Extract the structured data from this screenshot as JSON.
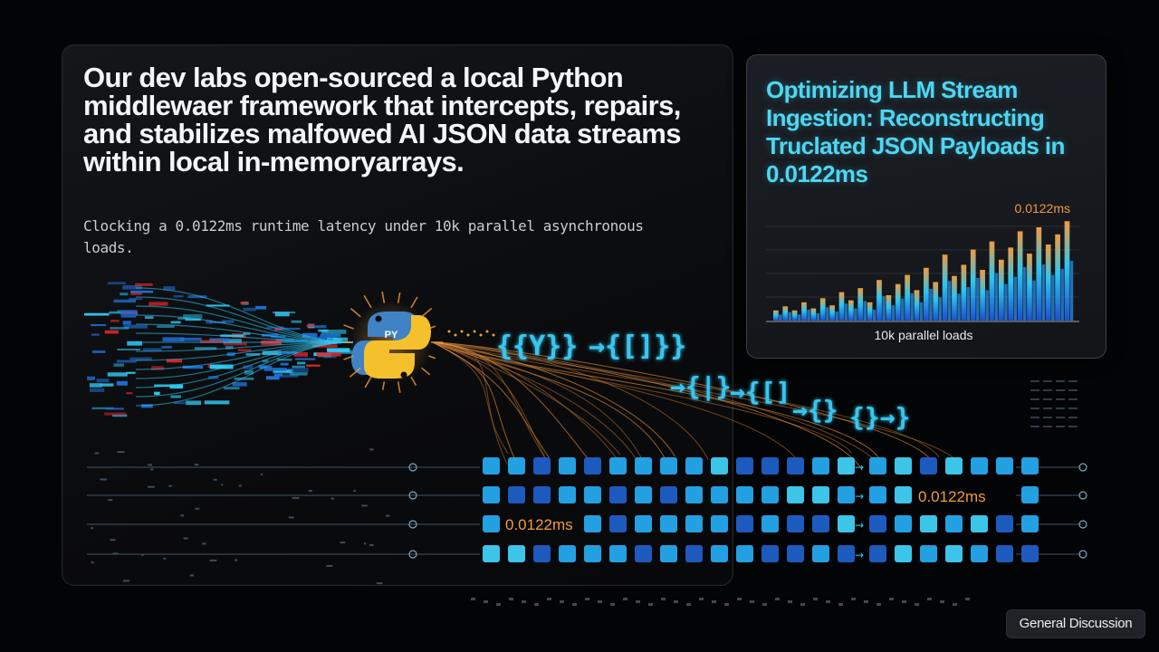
{
  "main": {
    "headline": "Our dev labs open-sourced a local Python middlewaer framework that intercepts, repairs, and stabilizes malfowed AI JSON data streams within local in-memoryarrays.",
    "subline": "Clocking a 0.0122ms runtime latency under 10k parallel asynchronous loads."
  },
  "illustration": {
    "logo_text": "PY",
    "tokens": [
      "{{Y}}",
      "→{[]}}",
      "→{|}",
      "→{[]",
      "→{}",
      "{}→}"
    ],
    "grid_labels": [
      "0.0122ms",
      "0.0122ms"
    ],
    "colors": {
      "cyan": "#2ec8f2",
      "blue": "#1f6fd6",
      "orange": "#f39a3c",
      "red": "#e0262a"
    }
  },
  "inset": {
    "title": "Optimizing LLM Stream Ingestion: Reconstructing Truclated JSON Payloads in 0.0122ms"
  },
  "chart_data": {
    "type": "bar",
    "title": "",
    "annotation": "0.0122ms",
    "xlabel": "10k parallel loads",
    "ylabel": "",
    "ylim": [
      0,
      100
    ],
    "grid": true,
    "values": [
      10,
      14,
      10,
      18,
      12,
      22,
      15,
      28,
      20,
      32,
      18,
      40,
      25,
      36,
      45,
      30,
      52,
      38,
      65,
      44,
      55,
      70,
      50,
      78,
      60,
      72,
      88,
      66,
      92,
      75,
      85,
      98
    ]
  },
  "footer": {
    "tag": "General Discussion"
  }
}
